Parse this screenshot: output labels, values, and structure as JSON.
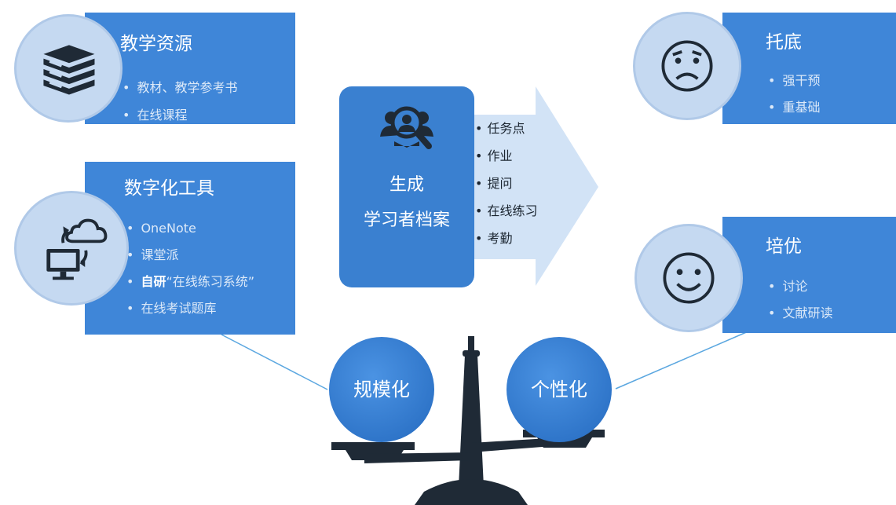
{
  "resources": {
    "title": "教学资源",
    "items": [
      "教材、教学参考书",
      "在线课程"
    ]
  },
  "tools": {
    "title": "数字化工具",
    "items": [
      "OneNote",
      "课堂派",
      "在线考试题库"
    ],
    "self_dev_bold": "自研",
    "self_dev_rest": "“在线练习系统”"
  },
  "profile": {
    "line1": "生成",
    "line2": "学习者档案",
    "items": [
      "任务点",
      "作业",
      "提问",
      "在线练习",
      "考勤"
    ]
  },
  "tuodi": {
    "title": "托底",
    "items": [
      "强干预",
      "重基础"
    ]
  },
  "peiyou": {
    "title": "培优",
    "items": [
      "讨论",
      "文献研读"
    ]
  },
  "balance": {
    "left": "规模化",
    "right": "个性化"
  },
  "colors": {
    "panel": "#3f86d8",
    "circle": "#c5d9f1",
    "arrow": "#d2e3f6",
    "dark": "#1f2a36",
    "line": "#5ba7e0"
  }
}
